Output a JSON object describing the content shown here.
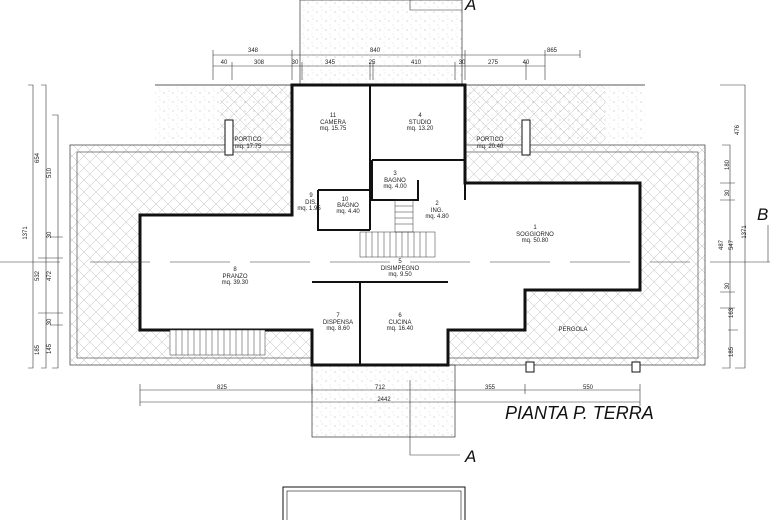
{
  "title": "PIANTA P. TERRA",
  "section_markers": {
    "a_top": "A",
    "a_bottom": "A",
    "b": "B"
  },
  "rooms": [
    {
      "num": "1",
      "name": "SOGGIORNO",
      "area": "mq. 50.80"
    },
    {
      "num": "2",
      "name": "ING.",
      "area": "mq. 4.80"
    },
    {
      "num": "3",
      "name": "BAGNO",
      "area": "mq. 4.00"
    },
    {
      "num": "4",
      "name": "STUDIO",
      "area": "mq. 13.20"
    },
    {
      "num": "5",
      "name": "DISIMPEGNO",
      "area": "mq. 9.50"
    },
    {
      "num": "6",
      "name": "CUCINA",
      "area": "mq. 16.40"
    },
    {
      "num": "7",
      "name": "DISPENSA",
      "area": "mq. 8.60"
    },
    {
      "num": "8",
      "name": "PRANZO",
      "area": "mq. 39.30"
    },
    {
      "num": "9",
      "name": "DIS.",
      "area": "mq. 1.95"
    },
    {
      "num": "10",
      "name": "BAGNO",
      "area": "mq. 4.40"
    },
    {
      "num": "11",
      "name": "CAMERA",
      "area": "mq. 15.75"
    }
  ],
  "outdoor": [
    {
      "name": "PORTICO",
      "area": "mq. 17.75"
    },
    {
      "name": "PORTICO",
      "area": "mq. 20.40"
    },
    {
      "name": "PERGOLA"
    }
  ],
  "dimensions": {
    "top_overall": [
      "348",
      "840",
      "865"
    ],
    "top_detail": [
      "40",
      "308",
      "30",
      "345",
      "25",
      "410",
      "30",
      "275",
      "40"
    ],
    "bottom_detail": [
      "825",
      "712",
      "355",
      "550"
    ],
    "bottom_overall": "2442",
    "left": [
      "1371",
      "654",
      "510",
      "30",
      "532",
      "472",
      "30",
      "185",
      "145"
    ],
    "right": [
      "476",
      "180",
      "30",
      "487",
      "547",
      "1371",
      "30",
      "163",
      "185"
    ]
  }
}
